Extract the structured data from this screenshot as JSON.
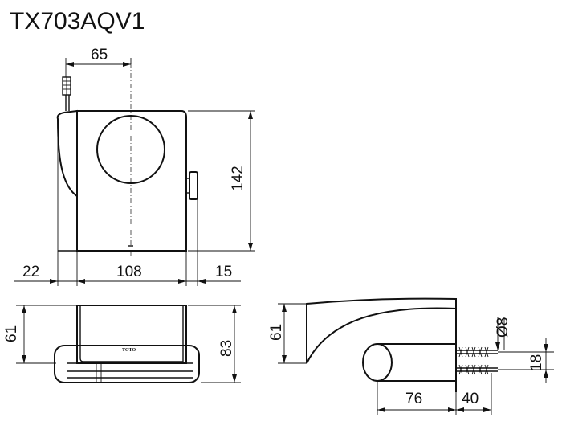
{
  "title": "TX703AQV1",
  "dimensions": {
    "d65": "65",
    "d142": "142",
    "d22": "22",
    "d108": "108",
    "d15": "15",
    "d61_left": "61",
    "d83": "83",
    "d61_right": "61",
    "d_phi8": "Ø8",
    "d18": "18",
    "d76": "76",
    "d40": "40"
  },
  "brand_mark": "TOTO"
}
